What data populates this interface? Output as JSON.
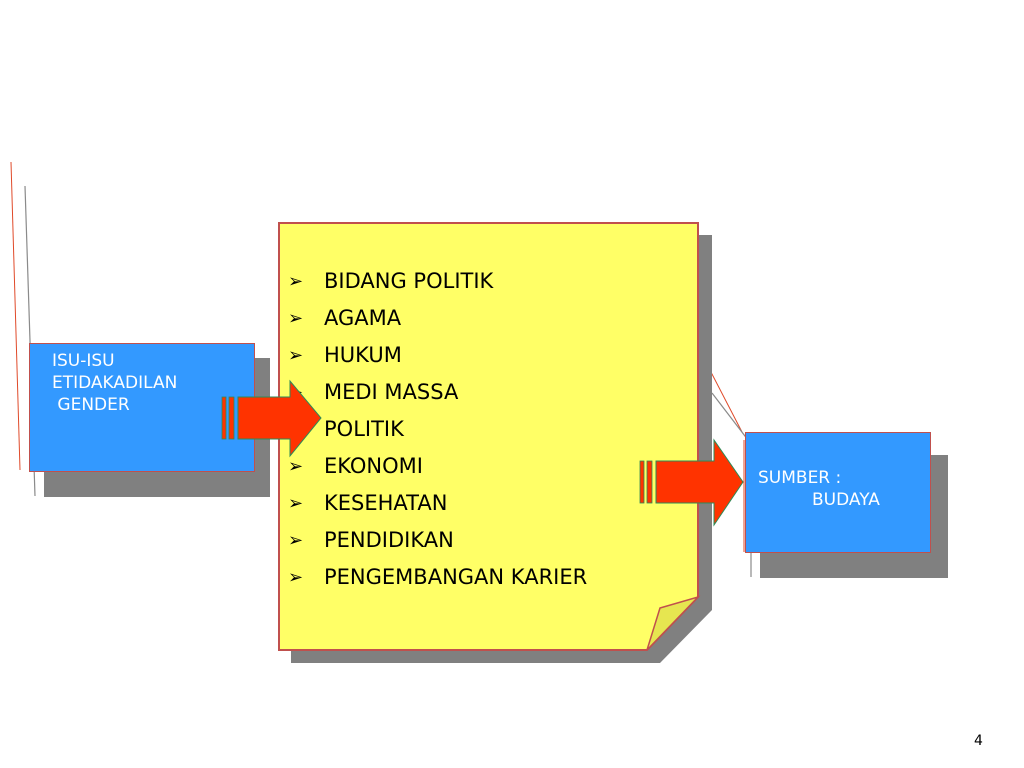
{
  "left_box": {
    "lines": [
      "ISU-ISU",
      "ETIDAKADILAN",
      " GENDER"
    ]
  },
  "note": {
    "bullet_glyph": "➢",
    "items": [
      "BIDANG POLITIK",
      "AGAMA",
      "HUKUM",
      "MEDI MASSA",
      "POLITIK",
      "EKONOMI",
      "KESEHATAN",
      "PENDIDIKAN",
      "PENGEMBANGAN KARIER"
    ]
  },
  "right_box": {
    "line1": "SUMBER :",
    "line2": "BUDAYA"
  },
  "page_number": "4",
  "colors": {
    "box_blue": "#3399ff",
    "note_yellow": "#ffff66",
    "arrow_red": "#ff3300",
    "border_red": "#c0504d",
    "shadow_gray": "#808080"
  }
}
